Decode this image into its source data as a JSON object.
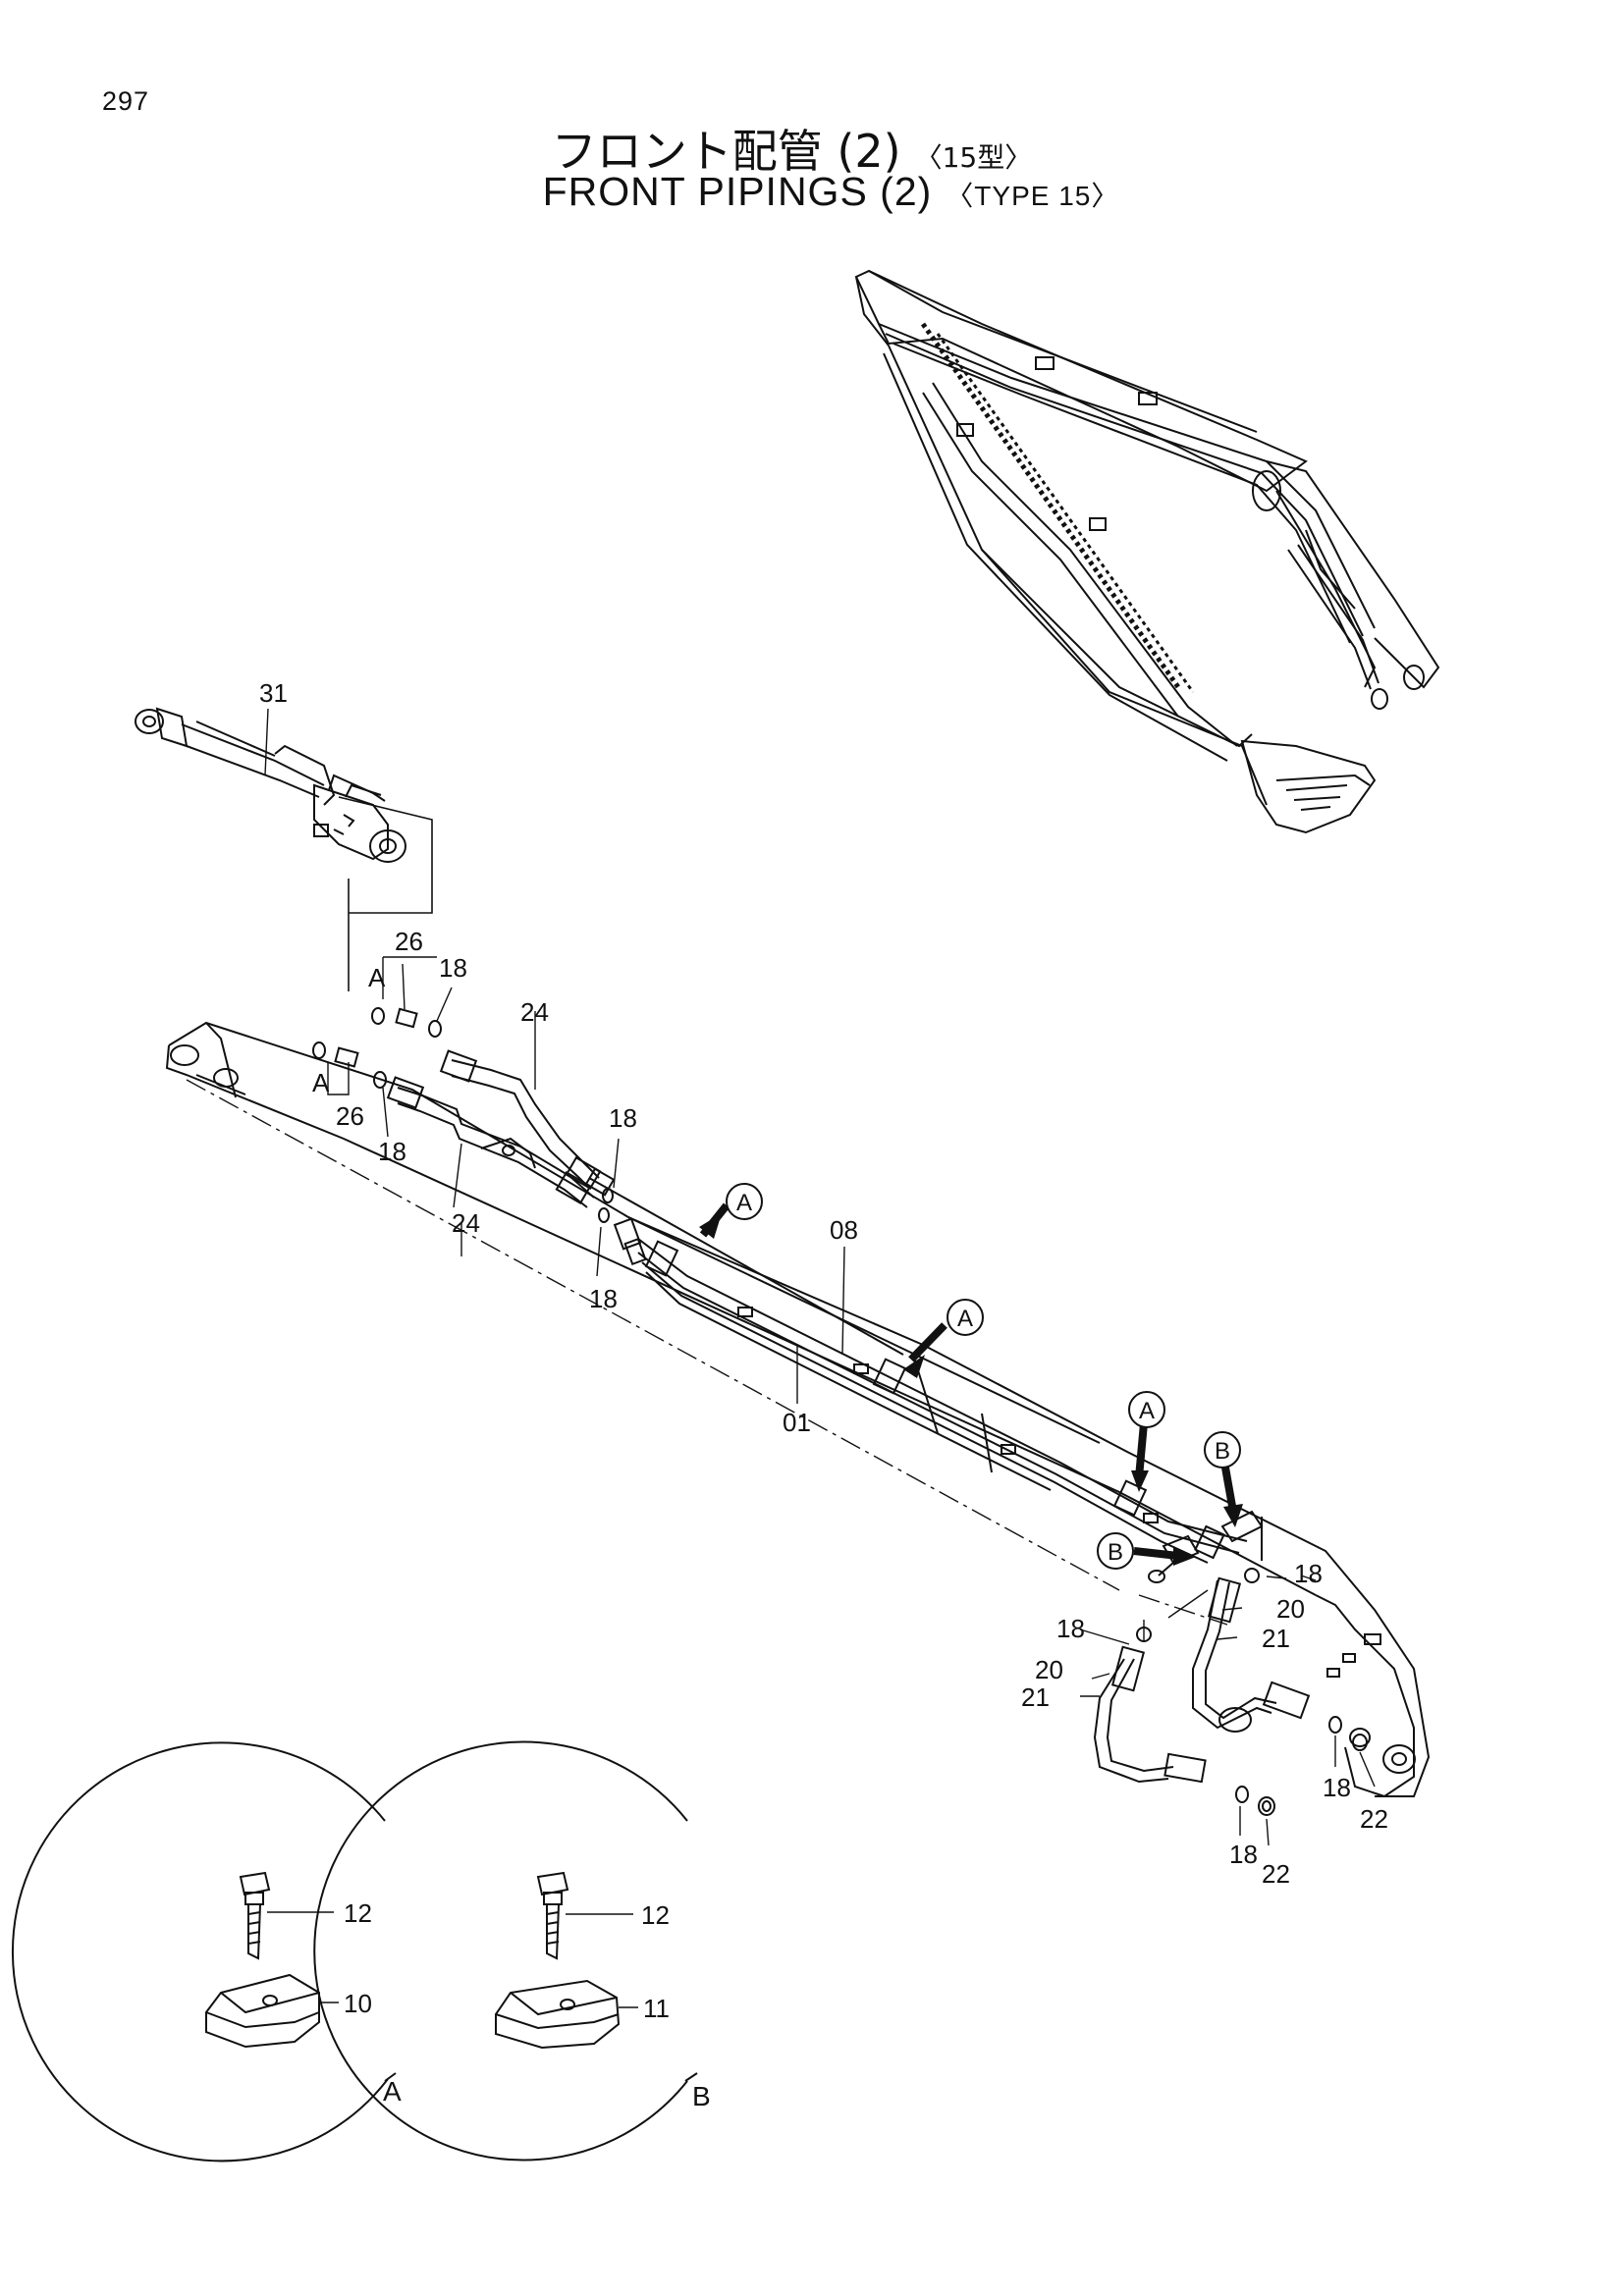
{
  "page_number": "297",
  "title": {
    "japanese": "フロント配管 (2)",
    "japanese_type": "〈15型〉",
    "english": "FRONT PIPINGS (2)",
    "english_type": "〈TYPE 15〉"
  },
  "callouts": {
    "c31": "31",
    "c26a": "26",
    "c18a": "18",
    "c24a": "24",
    "c18b": "18",
    "c26b": "26",
    "c18c": "18",
    "c24b": "24",
    "c18d": "18",
    "c08": "08",
    "c01": "01",
    "c18e": "18",
    "c20a": "20",
    "c21a": "21",
    "c18f": "18",
    "c20b": "20",
    "c21b": "21",
    "c18g": "18",
    "c22a": "22",
    "c18h": "18",
    "c22b": "22",
    "c12a": "12",
    "c10": "10",
    "c12b": "12",
    "c11": "11"
  },
  "markers": {
    "clamp_a": "A",
    "clamp_b": "B"
  },
  "detail_views": {
    "a_label": "A",
    "b_label": "B"
  }
}
